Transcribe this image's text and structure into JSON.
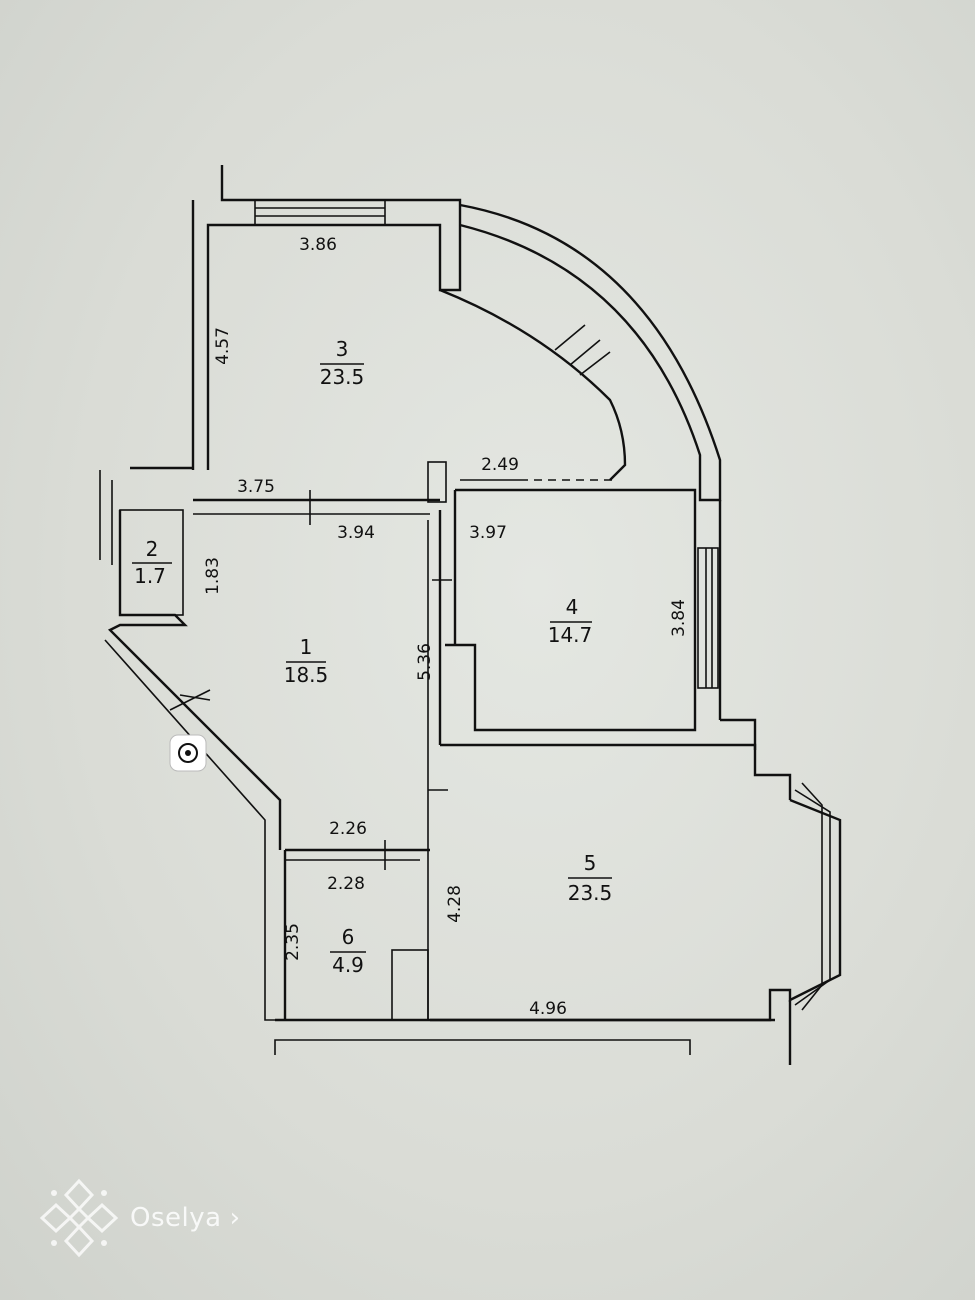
{
  "rooms": [
    {
      "number": "1",
      "area": "18.5"
    },
    {
      "number": "2",
      "area": "1.7"
    },
    {
      "number": "3",
      "area": "23.5"
    },
    {
      "number": "4",
      "area": "14.7"
    },
    {
      "number": "5",
      "area": "23.5"
    },
    {
      "number": "6",
      "area": "4.9"
    }
  ],
  "dimensions": {
    "room3_top": "3.86",
    "room3_left": "4.57",
    "room3_bottom": "3.75",
    "room1_top": "3.94",
    "room2_height": "1.83",
    "room1_right": "5.36",
    "room4_top": "3.97",
    "opening_top": "2.49",
    "room4_right": "3.84",
    "room6_top_outer": "2.26",
    "room6_top_inner": "2.28",
    "room6_left": "2.35",
    "room5_left": "4.28",
    "room5_bottom": "4.96"
  },
  "watermark": {
    "brand": "Oselya",
    "chevron": "›",
    "icon": "oselya-logo-icon"
  },
  "colors": {
    "paper": "#dadcd6",
    "ink": "#111111",
    "watermark": "#ffffff"
  }
}
